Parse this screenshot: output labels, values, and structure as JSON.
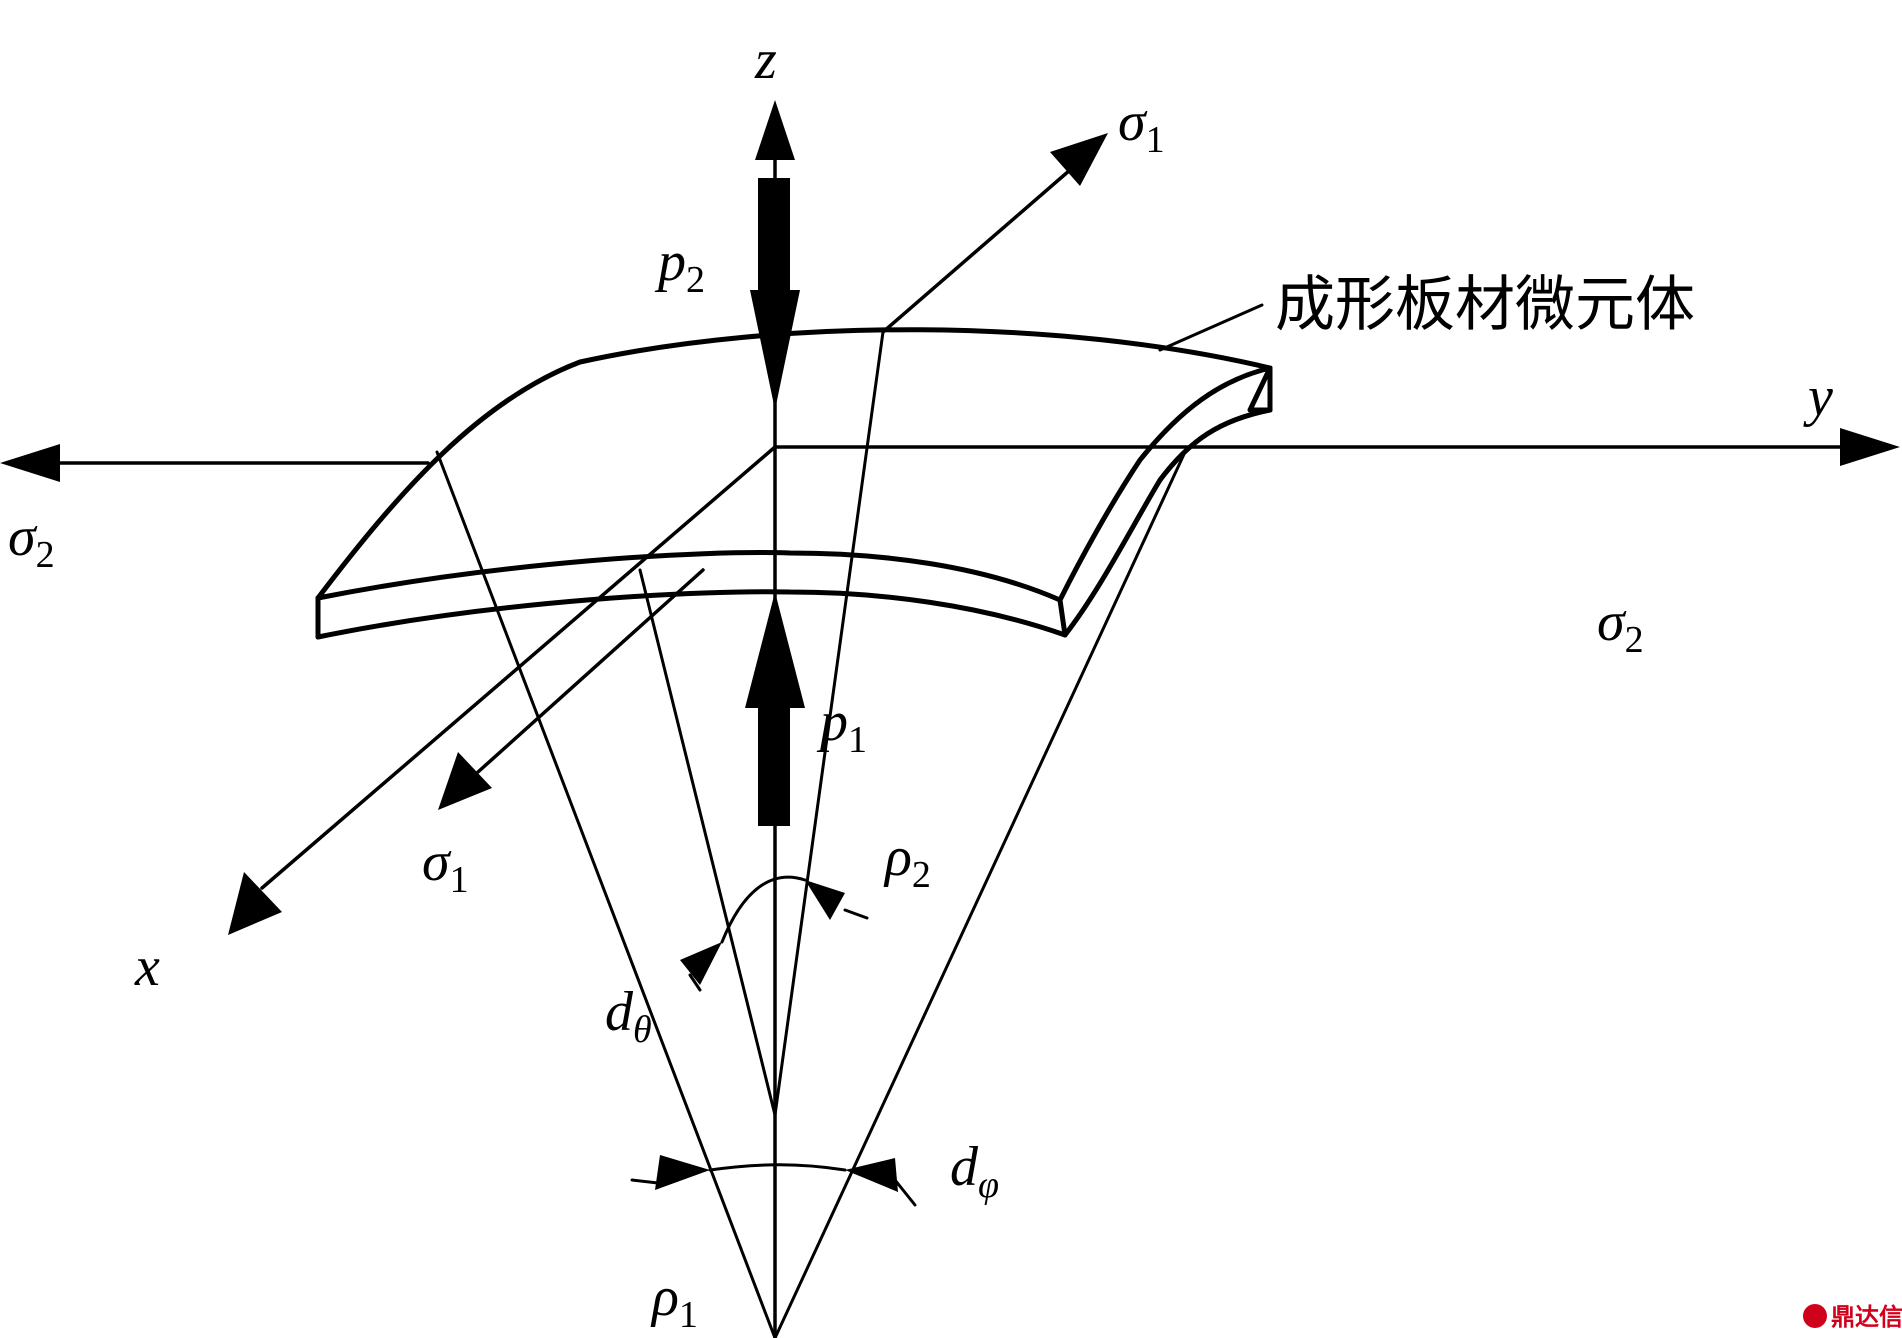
{
  "labels": {
    "z": "z",
    "y": "y",
    "x": "x",
    "sigma": "σ",
    "sub_1": "1",
    "sub_2": "2",
    "p": "p",
    "rho": "ρ",
    "d": "d",
    "sub_theta": "θ",
    "sub_phi": "φ"
  },
  "element_label": "成形板材微元体",
  "watermark": "鼎达信",
  "colors": {
    "line": "#000000",
    "watermark": "#d0021b",
    "background": "#ffffff"
  }
}
